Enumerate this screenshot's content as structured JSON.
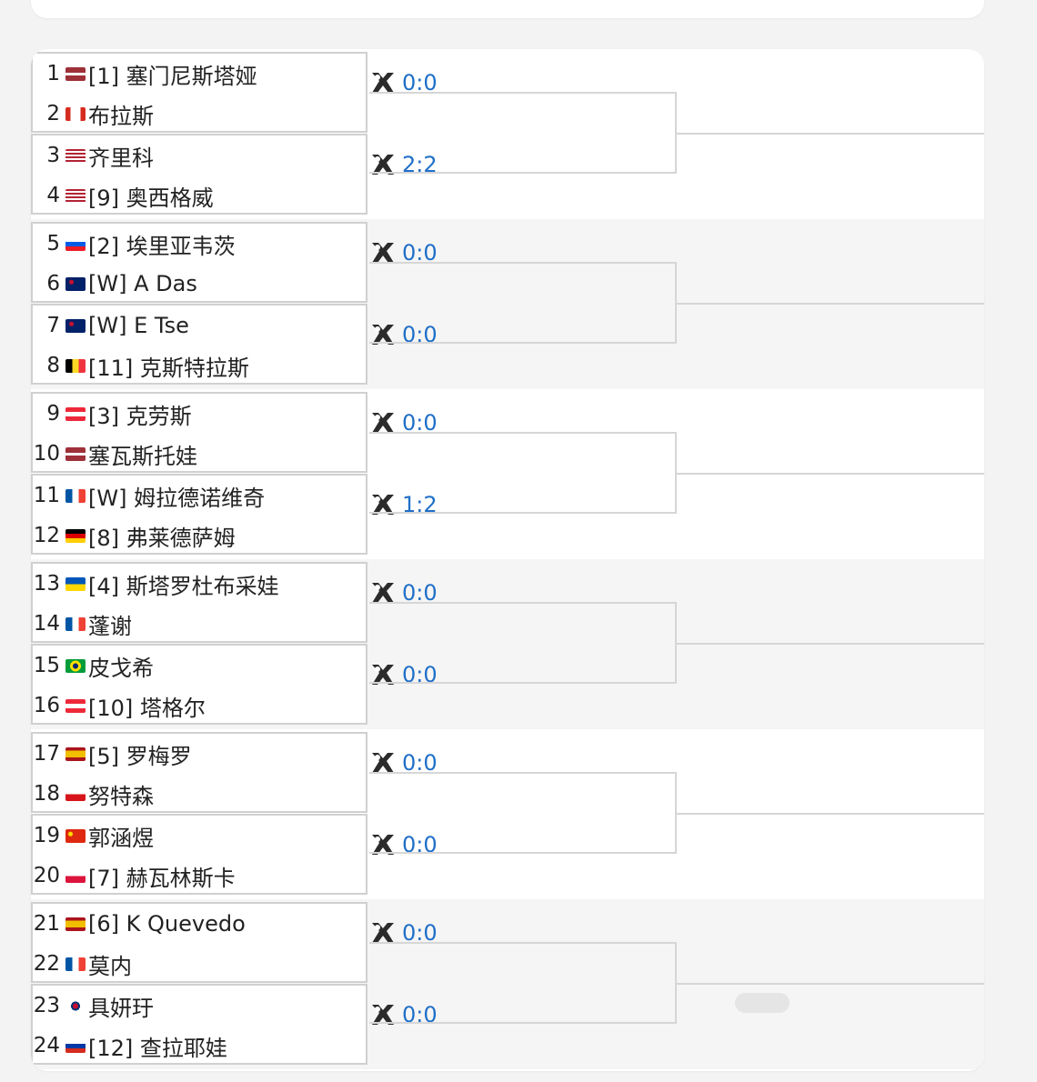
{
  "matches": [
    {
      "players": [
        {
          "num": "1",
          "label": "[1] 塞门尼斯塔娅",
          "flag": "latvia"
        },
        {
          "num": "2",
          "label": "布拉斯",
          "flag": "canada"
        }
      ],
      "score": "0:0"
    },
    {
      "players": [
        {
          "num": "3",
          "label": "齐里科",
          "flag": "usa"
        },
        {
          "num": "4",
          "label": "[9] 奥西格威",
          "flag": "usa"
        }
      ],
      "score": "2:2"
    },
    {
      "players": [
        {
          "num": "5",
          "label": "[2] 埃里亚韦茨",
          "flag": "slovenia"
        },
        {
          "num": "6",
          "label": "[W] A Das",
          "flag": "australia"
        }
      ],
      "score": "0:0"
    },
    {
      "players": [
        {
          "num": "7",
          "label": "[W] E Tse",
          "flag": "australia"
        },
        {
          "num": "8",
          "label": "[11] 克斯特拉斯",
          "flag": "belgium"
        }
      ],
      "score": "0:0"
    },
    {
      "players": [
        {
          "num": "9",
          "label": "[3] 克劳斯",
          "flag": "austria"
        },
        {
          "num": "10",
          "label": "塞瓦斯托娃",
          "flag": "latvia"
        }
      ],
      "score": "0:0"
    },
    {
      "players": [
        {
          "num": "11",
          "label": "[W] 姆拉德诺维奇",
          "flag": "france"
        },
        {
          "num": "12",
          "label": "[8] 弗莱德萨姆",
          "flag": "germany"
        }
      ],
      "score": "1:2"
    },
    {
      "players": [
        {
          "num": "13",
          "label": "[4] 斯塔罗杜布采娃",
          "flag": "ukraine"
        },
        {
          "num": "14",
          "label": "蓬谢",
          "flag": "france"
        }
      ],
      "score": "0:0"
    },
    {
      "players": [
        {
          "num": "15",
          "label": "皮戈希",
          "flag": "brazil"
        },
        {
          "num": "16",
          "label": "[10] 塔格尔",
          "flag": "austria"
        }
      ],
      "score": "0:0"
    },
    {
      "players": [
        {
          "num": "17",
          "label": "[5] 罗梅罗",
          "flag": "spain"
        },
        {
          "num": "18",
          "label": "努特森",
          "flag": "czech"
        }
      ],
      "score": "0:0"
    },
    {
      "players": [
        {
          "num": "19",
          "label": "郭涵煜",
          "flag": "china"
        },
        {
          "num": "20",
          "label": "[7] 赫瓦林斯卡",
          "flag": "poland"
        }
      ],
      "score": "0:0"
    },
    {
      "players": [
        {
          "num": "21",
          "label": "[6] K Quevedo",
          "flag": "spain"
        },
        {
          "num": "22",
          "label": "莫内",
          "flag": "france"
        }
      ],
      "score": "0:0"
    },
    {
      "players": [
        {
          "num": "23",
          "label": "具妍玗",
          "flag": "korea"
        },
        {
          "num": "24",
          "label": "[12] 查拉耶娃",
          "flag": "russia"
        }
      ],
      "score": "0:0"
    }
  ],
  "score_icon": "crossed-rackets-icon",
  "colors": {
    "score": "#1f6fc7",
    "shade": "#f5f5f5",
    "border": "#d0d0d0"
  }
}
